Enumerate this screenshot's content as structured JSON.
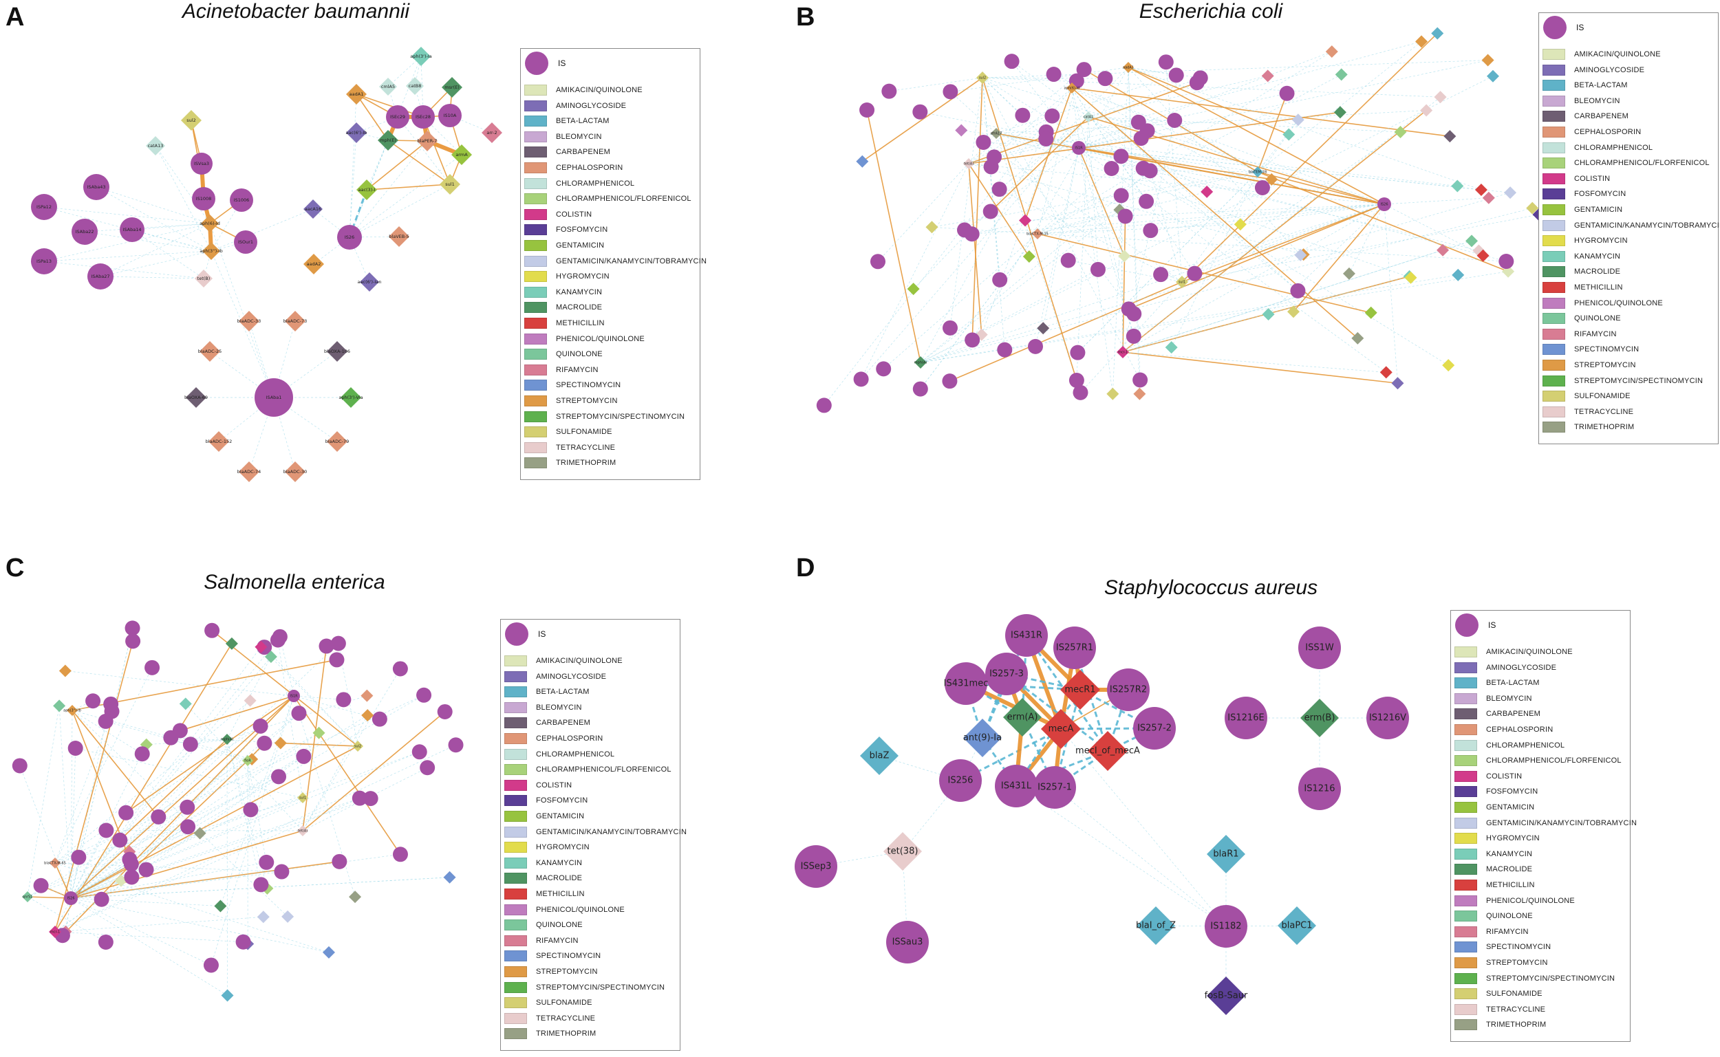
{
  "legend": {
    "is_label": "IS",
    "is_color": "#a44fa3",
    "categories": [
      {
        "label": "AMIKACIN/QUINOLONE",
        "color": "#dde6b8"
      },
      {
        "label": "AMINOGLYCOSIDE",
        "color": "#7d6db5"
      },
      {
        "label": "BETA-LACTAM",
        "color": "#5fb2c8"
      },
      {
        "label": "BLEOMYCIN",
        "color": "#c8a8d2"
      },
      {
        "label": "CARBAPENEM",
        "color": "#6e5e72"
      },
      {
        "label": "CEPHALOSPORIN",
        "color": "#e09676"
      },
      {
        "label": "CHLORAMPHENICOL",
        "color": "#c2e2da"
      },
      {
        "label": "CHLORAMPHENICOL/FLORFENICOL",
        "color": "#a8d27a"
      },
      {
        "label": "COLISTIN",
        "color": "#d23a8a"
      },
      {
        "label": "FOSFOMYCIN",
        "color": "#5a3e96"
      },
      {
        "label": "GENTAMICIN",
        "color": "#97c33f"
      },
      {
        "label": "GENTAMICIN/KANAMYCIN/TOBRAMYCIN",
        "color": "#c2cbe6"
      },
      {
        "label": "HYGROMYCIN",
        "color": "#e2dc4c"
      },
      {
        "label": "KANAMYCIN",
        "color": "#7acdb8"
      },
      {
        "label": "MACROLIDE",
        "color": "#4f9462"
      },
      {
        "label": "METHICILLIN",
        "color": "#d8403e"
      },
      {
        "label": "PHENICOL/QUINOLONE",
        "color": "#bf7cbe"
      },
      {
        "label": "QUINOLONE",
        "color": "#7bc69b"
      },
      {
        "label": "RIFAMYCIN",
        "color": "#d87c93"
      },
      {
        "label": "SPECTINOMYCIN",
        "color": "#6f93d2"
      },
      {
        "label": "STREPTOMYCIN",
        "color": "#df9a46"
      },
      {
        "label": "STREPTOMYCIN/SPECTINOMYCIN",
        "color": "#5eb14e"
      },
      {
        "label": "SULFONAMIDE",
        "color": "#d4cf72"
      },
      {
        "label": "TETRACYCLINE",
        "color": "#e8cccc"
      },
      {
        "label": "TRIMETHOPRIM",
        "color": "#97a085"
      }
    ]
  },
  "panels": {
    "A": {
      "letter": "A",
      "title": "Acinetobacter baumannii"
    },
    "B": {
      "letter": "B",
      "title": "Escherichia coli"
    },
    "C": {
      "letter": "C",
      "title": "Salmonella enterica"
    },
    "D": {
      "letter": "D",
      "title": "Staphylococcus aureus"
    }
  },
  "networks": {
    "A": {
      "nodes": [
        {
          "id": "ISAba1",
          "type": "IS"
        },
        {
          "id": "IS26",
          "type": "IS"
        },
        {
          "id": "ISEc29",
          "type": "IS"
        },
        {
          "id": "ISEc28",
          "type": "IS"
        },
        {
          "id": "IS10A",
          "type": "IS"
        },
        {
          "id": "ISVsa3",
          "type": "IS"
        },
        {
          "id": "IS1008",
          "type": "IS"
        },
        {
          "id": "IS1006",
          "type": "IS"
        },
        {
          "id": "ISOur1",
          "type": "IS"
        },
        {
          "id": "ISAba14",
          "type": "IS"
        },
        {
          "id": "ISAba43",
          "type": "IS"
        },
        {
          "id": "ISAba22",
          "type": "IS"
        },
        {
          "id": "ISAba27",
          "type": "IS"
        },
        {
          "id": "ISPa12",
          "type": "IS"
        },
        {
          "id": "ISPa13",
          "type": "IS"
        },
        {
          "id": "sul2",
          "type": "ARG",
          "cat": "SULFONAMIDE"
        },
        {
          "id": "catA13",
          "type": "ARG",
          "cat": "CHLORAMPHENICOL"
        },
        {
          "id": "aph(6)-Id",
          "type": "ARG",
          "cat": "STREPTOMYCIN"
        },
        {
          "id": "aph(3'')-Ib",
          "type": "ARG",
          "cat": "STREPTOMYCIN"
        },
        {
          "id": "tet(B)",
          "type": "ARG",
          "cat": "TETRACYCLINE"
        },
        {
          "id": "aph(3')-Ia",
          "type": "ARG",
          "cat": "KANAMYCIN"
        },
        {
          "id": "cmlA5",
          "type": "ARG",
          "cat": "CHLORAMPHENICOL"
        },
        {
          "id": "catB8",
          "type": "ARG",
          "cat": "CHLORAMPHENICOL"
        },
        {
          "id": "mph(E)",
          "type": "ARG",
          "cat": "MACROLIDE"
        },
        {
          "id": "msr(E)",
          "type": "ARG",
          "cat": "MACROLIDE"
        },
        {
          "id": "aadA1",
          "type": "ARG",
          "cat": "STREPTOMYCIN"
        },
        {
          "id": "blaPER-7",
          "type": "ARG",
          "cat": "CEPHALOSPORIN"
        },
        {
          "id": "armA",
          "type": "ARG",
          "cat": "GENTAMICIN"
        },
        {
          "id": "arr-2",
          "type": "ARG",
          "cat": "RIFAMYCIN"
        },
        {
          "id": "aac(6')-Ib",
          "type": "ARG",
          "cat": "AMINOGLYCOSIDE"
        },
        {
          "id": "aac(3)-I",
          "type": "ARG",
          "cat": "GENTAMICIN"
        },
        {
          "id": "sul1",
          "type": "ARG",
          "cat": "SULFONAMIDE"
        },
        {
          "id": "aacA16",
          "type": "ARG",
          "cat": "AMINOGLYCOSIDE"
        },
        {
          "id": "aadA2",
          "type": "ARG",
          "cat": "STREPTOMYCIN"
        },
        {
          "id": "blaVEB-5",
          "type": "ARG",
          "cat": "CEPHALOSPORIN"
        },
        {
          "id": "aac(6')-Ian",
          "type": "ARG",
          "cat": "AMINOGLYCOSIDE"
        },
        {
          "id": "blaADC-33",
          "type": "ARG",
          "cat": "CEPHALOSPORIN"
        },
        {
          "id": "blaADC-73",
          "type": "ARG",
          "cat": "CEPHALOSPORIN"
        },
        {
          "id": "blaADC-25",
          "type": "ARG",
          "cat": "CEPHALOSPORIN"
        },
        {
          "id": "blaOXA-106",
          "type": "ARG",
          "cat": "CARBAPENEM"
        },
        {
          "id": "blaOXA-69",
          "type": "ARG",
          "cat": "CARBAPENEM"
        },
        {
          "id": "aph(3')-Via",
          "type": "ARG",
          "cat": "STREPTOMYCIN/SPECTINOMYCIN"
        },
        {
          "id": "blaADC-152",
          "type": "ARG",
          "cat": "CEPHALOSPORIN"
        },
        {
          "id": "blaADC-79",
          "type": "ARG",
          "cat": "CEPHALOSPORIN"
        },
        {
          "id": "blaADC-74",
          "type": "ARG",
          "cat": "CEPHALOSPORIN"
        },
        {
          "id": "blaADC-30",
          "type": "ARG",
          "cat": "CEPHALOSPORIN"
        }
      ]
    },
    "B": {
      "hub_nodes": [
        {
          "id": "IS26",
          "type": "IS"
        },
        {
          "id": "IS1R",
          "type": "IS"
        },
        {
          "id": "sul2",
          "type": "ARG",
          "cat": "SULFONAMIDE"
        },
        {
          "id": "sul1",
          "type": "ARG",
          "cat": "SULFONAMIDE"
        },
        {
          "id": "aph(6)-Id",
          "type": "ARG",
          "cat": "STREPTOMYCIN"
        },
        {
          "id": "aadA1",
          "type": "ARG",
          "cat": "STREPTOMYCIN"
        },
        {
          "id": "tet(A)",
          "type": "ARG",
          "cat": "TETRACYCLINE"
        },
        {
          "id": "dfrA17",
          "type": "ARG",
          "cat": "TRIMETHOPRIM"
        },
        {
          "id": "mph(A)",
          "type": "ARG",
          "cat": "MACROLIDE"
        },
        {
          "id": "blaTEM-1B",
          "type": "ARG",
          "cat": "BETA-LACTAM"
        },
        {
          "id": "blaCTX-M-15",
          "type": "ARG",
          "cat": "CEPHALOSPORIN"
        },
        {
          "id": "catA1",
          "type": "ARG",
          "cat": "CHLORAMPHENICOL"
        },
        {
          "id": "mcr-1",
          "type": "ARG",
          "cat": "COLISTIN"
        }
      ]
    },
    "C": {
      "hub_nodes": [
        {
          "id": "IS26",
          "type": "IS"
        },
        {
          "id": "IS1R",
          "type": "IS"
        },
        {
          "id": "aph(3'')-Ib",
          "type": "ARG",
          "cat": "STREPTOMYCIN"
        },
        {
          "id": "sul2",
          "type": "ARG",
          "cat": "SULFONAMIDE"
        },
        {
          "id": "sul1",
          "type": "ARG",
          "cat": "SULFONAMIDE"
        },
        {
          "id": "tet(A)",
          "type": "ARG",
          "cat": "TETRACYCLINE"
        },
        {
          "id": "floR",
          "type": "ARG",
          "cat": "CHLORAMPHENICOL/FLORFENICOL"
        },
        {
          "id": "blaCTX-M-65",
          "type": "ARG",
          "cat": "CEPHALOSPORIN"
        },
        {
          "id": "mcr-1",
          "type": "ARG",
          "cat": "COLISTIN"
        },
        {
          "id": "qnrS1",
          "type": "ARG",
          "cat": "QUINOLONE"
        },
        {
          "id": "mph(A)",
          "type": "ARG",
          "cat": "MACROLIDE"
        }
      ]
    },
    "D": {
      "nodes": [
        {
          "id": "IS431R",
          "type": "IS"
        },
        {
          "id": "IS257R1",
          "type": "IS"
        },
        {
          "id": "IS257-3",
          "type": "IS"
        },
        {
          "id": "IS431mec",
          "type": "IS"
        },
        {
          "id": "IS257R2",
          "type": "IS"
        },
        {
          "id": "IS257-2",
          "type": "IS"
        },
        {
          "id": "IS256",
          "type": "IS"
        },
        {
          "id": "IS431L",
          "type": "IS"
        },
        {
          "id": "IS257-1",
          "type": "IS"
        },
        {
          "id": "ISSep3",
          "type": "IS"
        },
        {
          "id": "ISSau3",
          "type": "IS"
        },
        {
          "id": "IS1182",
          "type": "IS"
        },
        {
          "id": "ISS1W",
          "type": "IS"
        },
        {
          "id": "IS1216E",
          "type": "IS"
        },
        {
          "id": "IS1216V",
          "type": "IS"
        },
        {
          "id": "IS1216",
          "type": "IS"
        },
        {
          "id": "mecR1",
          "type": "ARG",
          "cat": "METHICILLIN"
        },
        {
          "id": "mecA",
          "type": "ARG",
          "cat": "METHICILLIN"
        },
        {
          "id": "mecI_of_mecA",
          "type": "ARG",
          "cat": "METHICILLIN"
        },
        {
          "id": "erm(A)",
          "type": "ARG",
          "cat": "MACROLIDE"
        },
        {
          "id": "ant(9)-Ia",
          "type": "ARG",
          "cat": "SPECTINOMYCIN"
        },
        {
          "id": "blaZ",
          "type": "ARG",
          "cat": "BETA-LACTAM"
        },
        {
          "id": "tet(38)",
          "type": "ARG",
          "cat": "TETRACYCLINE"
        },
        {
          "id": "blaR1",
          "type": "ARG",
          "cat": "BETA-LACTAM"
        },
        {
          "id": "blaI_of_Z",
          "type": "ARG",
          "cat": "BETA-LACTAM"
        },
        {
          "id": "blaPC1",
          "type": "ARG",
          "cat": "BETA-LACTAM"
        },
        {
          "id": "fosB-Saur",
          "type": "ARG",
          "cat": "FOSFOMYCIN"
        },
        {
          "id": "erm(B)",
          "type": "ARG",
          "cat": "MACROLIDE"
        }
      ]
    }
  }
}
